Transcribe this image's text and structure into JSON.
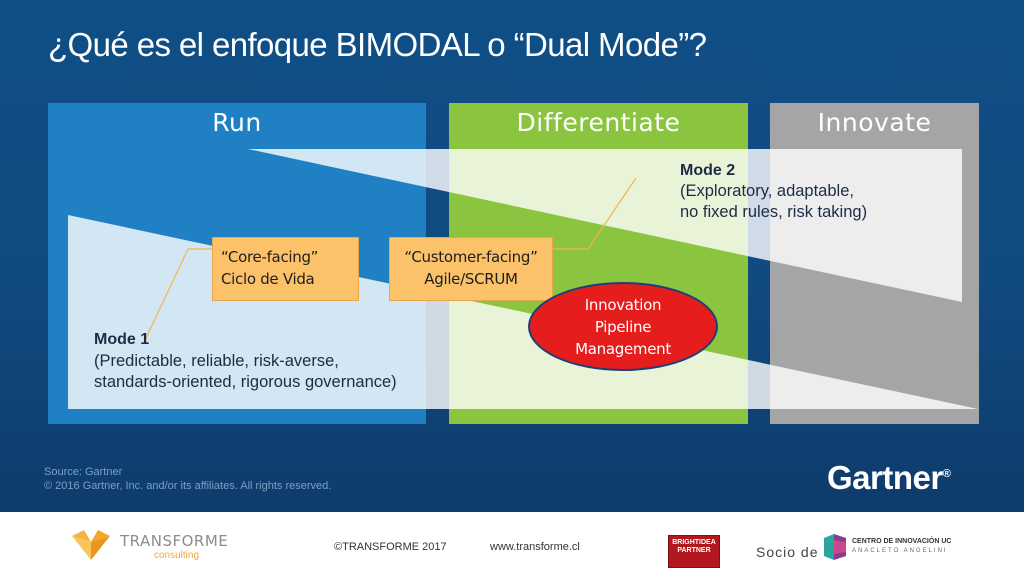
{
  "slide": {
    "title": "¿Qué es el enfoque BIMODAL o “Dual Mode”?"
  },
  "columns": [
    {
      "label": "Run",
      "color": "#1f80c4"
    },
    {
      "label": "Differentiate",
      "color": "#8bc43f"
    },
    {
      "label": "Innovate",
      "color": "#a3a5a7"
    }
  ],
  "mode2": {
    "heading": "Mode 2",
    "lines": [
      "(Exploratory, adaptable,",
      "no fixed rules, risk taking)"
    ]
  },
  "mode1": {
    "heading": "Mode 1",
    "lines": [
      "(Predictable, reliable, risk-averse,",
      "standards-oriented, rigorous governance)"
    ]
  },
  "callouts": {
    "core": {
      "lines": [
        "“Core-facing”",
        "Ciclo de Vida"
      ],
      "color": "#fbc26a"
    },
    "customer": {
      "lines": [
        "“Customer-facing”",
        "Agile/SCRUM"
      ],
      "color": "#fbc26a"
    }
  },
  "innovation": {
    "lines": [
      "Innovation",
      "Pipeline",
      "Management"
    ],
    "color": "#e51d1d"
  },
  "source": {
    "line1": "Source: Gartner",
    "line2": "© 2016 Gartner, Inc. and/or its affiliates. All rights reserved."
  },
  "gartner_logo": {
    "text": "Gartner",
    "mark": "®"
  },
  "footer": {
    "brand": "TRANSFORME",
    "brand_sub": "consulting",
    "copyright": "©TRANSFORME 2017",
    "website": "www.transforme.cl",
    "partner_badge": [
      "BRIGHTIDEA",
      "PARTNER"
    ],
    "socio_label": "Socio de",
    "centro_name": "CENTRO DE INNOVACIÓN UC",
    "centro_sub": "ANACLETO ANGELINI"
  },
  "icons": [
    "transforme-logo-icon",
    "centro-innovacion-icon"
  ]
}
